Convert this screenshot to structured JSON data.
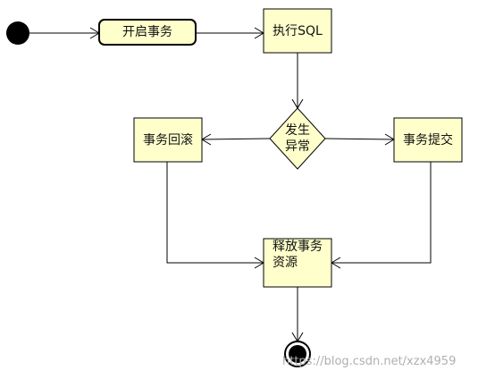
{
  "diagram": {
    "colors": {
      "node_fill": "#ffffcc",
      "line": "#000000",
      "watermark": "#b0b0b0"
    },
    "nodes": {
      "start_transaction": "开启事务",
      "execute_sql": "执行SQL",
      "decision_line1": "发生",
      "decision_line2": "异常",
      "rollback": "事务回滚",
      "commit": "事务提交",
      "release_line1": "释放事务",
      "release_line2": "资源"
    }
  },
  "watermark": "https://blog.csdn.net/xzx4959"
}
